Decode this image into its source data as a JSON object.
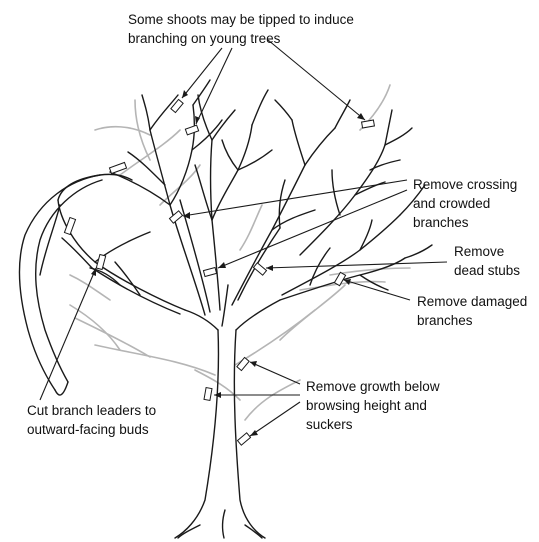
{
  "labels": {
    "tip": [
      "Some shoots may be tipped to induce",
      "branching on young trees"
    ],
    "crossing": [
      "Remove crossing",
      "and crowded",
      "branches"
    ],
    "stubs": [
      "Remove",
      "dead stubs"
    ],
    "damaged": [
      "Remove damaged",
      "branches"
    ],
    "below": [
      "Remove growth below",
      "browsing height and",
      "suckers"
    ],
    "leaders": [
      "Cut branch leaders to",
      "outward-facing buds"
    ]
  },
  "colors": {
    "ink": "#111111",
    "pruned_growth": "#b5b5b5",
    "cut_mark_fill": "#ffffff"
  }
}
